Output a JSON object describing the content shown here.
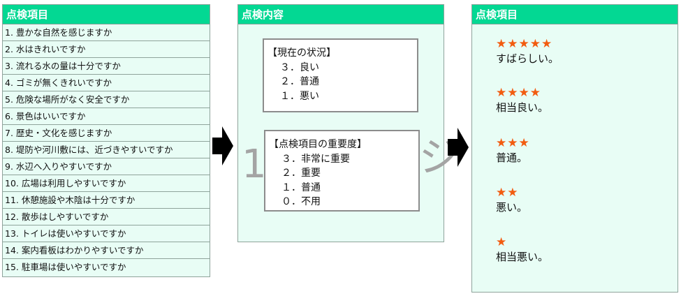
{
  "panel1": {
    "title": "点検項目",
    "items": [
      "1. 豊かな自然を感じますか",
      "2. 水はきれいですか",
      "3. 流れる水の量は十分ですか",
      "4. ゴミが無くきれいですか",
      "5. 危険な場所がなく安全ですか",
      "6. 景色はいいですか",
      "7. 歴史・文化を感じますか",
      "8. 堤防や河川敷には、近づきやすいですか",
      "9. 水辺へ入りやすいですか",
      "10. 広場は利用しやすいですか",
      "11. 休憩施設や木陰は十分ですか",
      "12. 散歩はしやすいですか",
      "13. トイレは使いやすいですか",
      "14. 案内看板はわかりやすいですか",
      "15. 駐車場は使いやすいですか"
    ]
  },
  "panel2": {
    "title": "点検内容",
    "watermark_left": "1",
    "watermark_right": "ジ",
    "box1": {
      "heading": "【現在の状況】",
      "options": [
        "３．良い",
        "２．普通",
        "１．悪い"
      ]
    },
    "box2": {
      "heading": "【点検項目の重要度】",
      "options": [
        "３．非常に重要",
        "２．重要",
        "１．普通",
        "０．不用"
      ]
    }
  },
  "panel3": {
    "title": "点検項目",
    "ratings": [
      {
        "stars": "★★★★★",
        "label": "すばらしい。"
      },
      {
        "stars": "★★★★",
        "label": "相当良い。"
      },
      {
        "stars": "★★★",
        "label": "普通。"
      },
      {
        "stars": "★★",
        "label": "悪い。"
      },
      {
        "stars": "★",
        "label": "相当悪い。"
      }
    ]
  },
  "colors": {
    "header": "#03d893",
    "panel_bg": "#e8fdf5",
    "star": "#f25c10",
    "arrow": "#000000"
  }
}
